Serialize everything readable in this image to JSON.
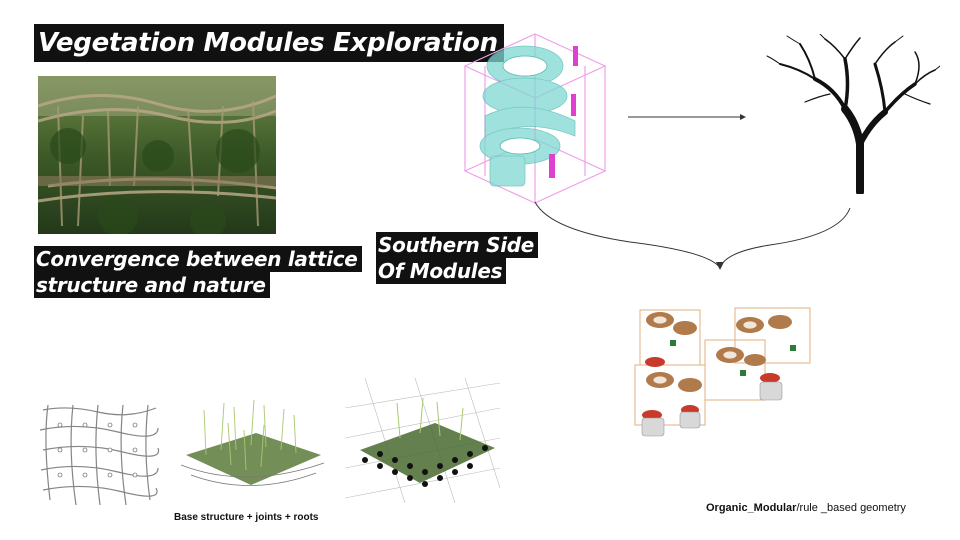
{
  "title": "Vegetation Modules Exploration",
  "captions": {
    "convergence": [
      "Convergence between lattice",
      "structure and nature"
    ],
    "southern": [
      "Southern Side",
      "Of Modules"
    ]
  },
  "labels": {
    "base_structure": "Base structure + joints + roots",
    "organic_bold": "Organic_Modular",
    "organic_rest": "/rule _based geometry"
  },
  "images": {
    "photo": "root-bridge-photo",
    "module": "module-axonometric-diagram",
    "tree": "tree-silhouette",
    "cluster": "module-cluster-render",
    "lattice_1": "lattice-roots-render",
    "lattice_2": "lattice-grass-render",
    "lattice_3": "lattice-joints-render"
  },
  "colors": {
    "caption_bg": "#111111",
    "caption_text": "#ffffff",
    "module_fill": "#7fd8d2",
    "module_frame": "#f0a0e8",
    "accent_pink": "#e040d0"
  }
}
